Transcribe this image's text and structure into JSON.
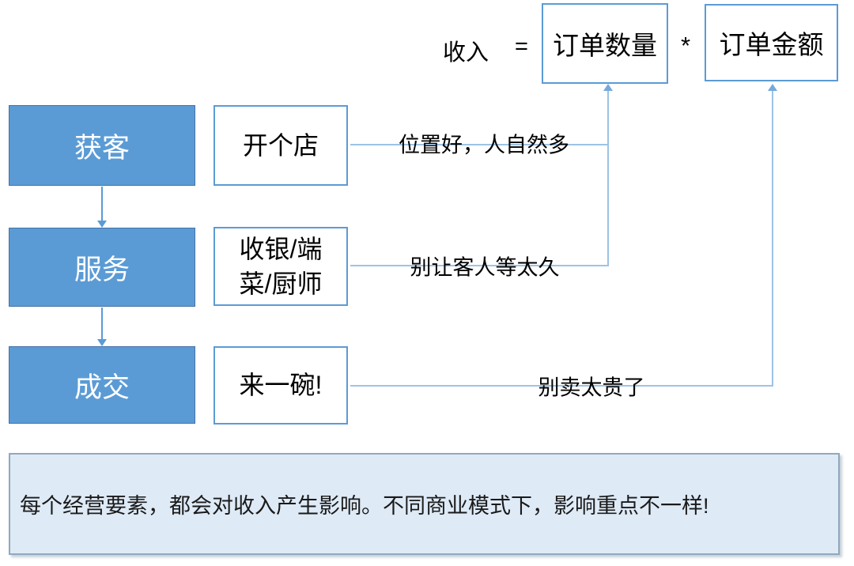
{
  "formula": {
    "lhs": "收入",
    "equals": "=",
    "factor1": "订单数量",
    "operator": "*",
    "factor2": "订单金额"
  },
  "stages": [
    {
      "label": "获客",
      "action": "开个店",
      "note": "位置好，人自然多"
    },
    {
      "label": "服务",
      "action": "收银/端菜/厨师",
      "note": "别让客人等太久"
    },
    {
      "label": "成交",
      "action": "来一碗!",
      "note": "别卖太贵了"
    }
  ],
  "footer": {
    "text": "每个经营要素，都会对收入产生影响。不同商业模式下，影响重点不一样!"
  },
  "colors": {
    "accent_blue": "#5B9BD5",
    "connector_blue": "#9DC3E6",
    "panel_fill": "#DEEAF6",
    "panel_border": "#92A8BE"
  }
}
